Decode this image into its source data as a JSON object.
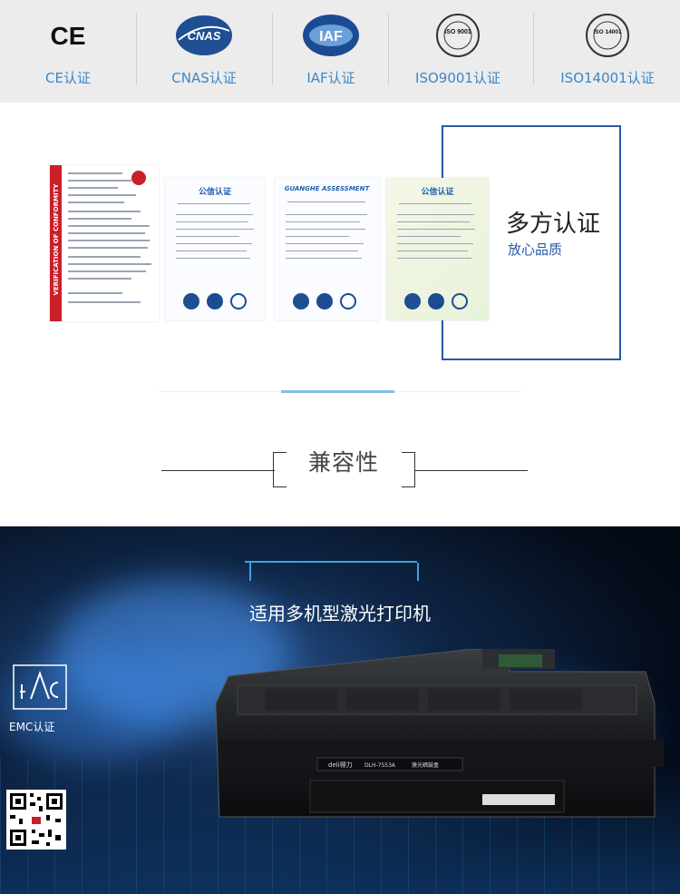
{
  "certifications": [
    {
      "label": "CE认证",
      "icon": "ce-mark-icon"
    },
    {
      "label": "CNAS认证",
      "icon": "cnas-logo-icon"
    },
    {
      "label": "IAF认证",
      "icon": "iaf-logo-icon"
    },
    {
      "label": "ISO9001认证",
      "icon": "iso9001-seal-icon"
    },
    {
      "label": "ISO14001认证",
      "icon": "iso14001-seal-icon"
    }
  ],
  "cert_logo_text": {
    "ce": "CE",
    "cnas": "CNAS",
    "iaf": "IAF",
    "iso9001": "ISO 9001",
    "iso14001": "ISO 14001"
  },
  "documents": {
    "ce_strip_text": "VERIFICATION OF CONFORMITY",
    "doc1_title": "公信认证",
    "doc2_title": "GUANGHE ASSESSMENT",
    "doc3_title": "公信认证",
    "headline": "多方认证",
    "subline": "放心品质"
  },
  "compatibility": {
    "title": "兼容性"
  },
  "banner": {
    "title": "适用多机型激光打印机",
    "emc_label": "EMC认证",
    "cartridge_brand": "deli得力",
    "cartridge_model": "DLH-7553A",
    "cartridge_desc": "激光硒鼓盒"
  },
  "colors": {
    "accent_blue": "#3b86c6",
    "frame_blue": "#2a57a6",
    "banner_dark": "#050c1a"
  }
}
